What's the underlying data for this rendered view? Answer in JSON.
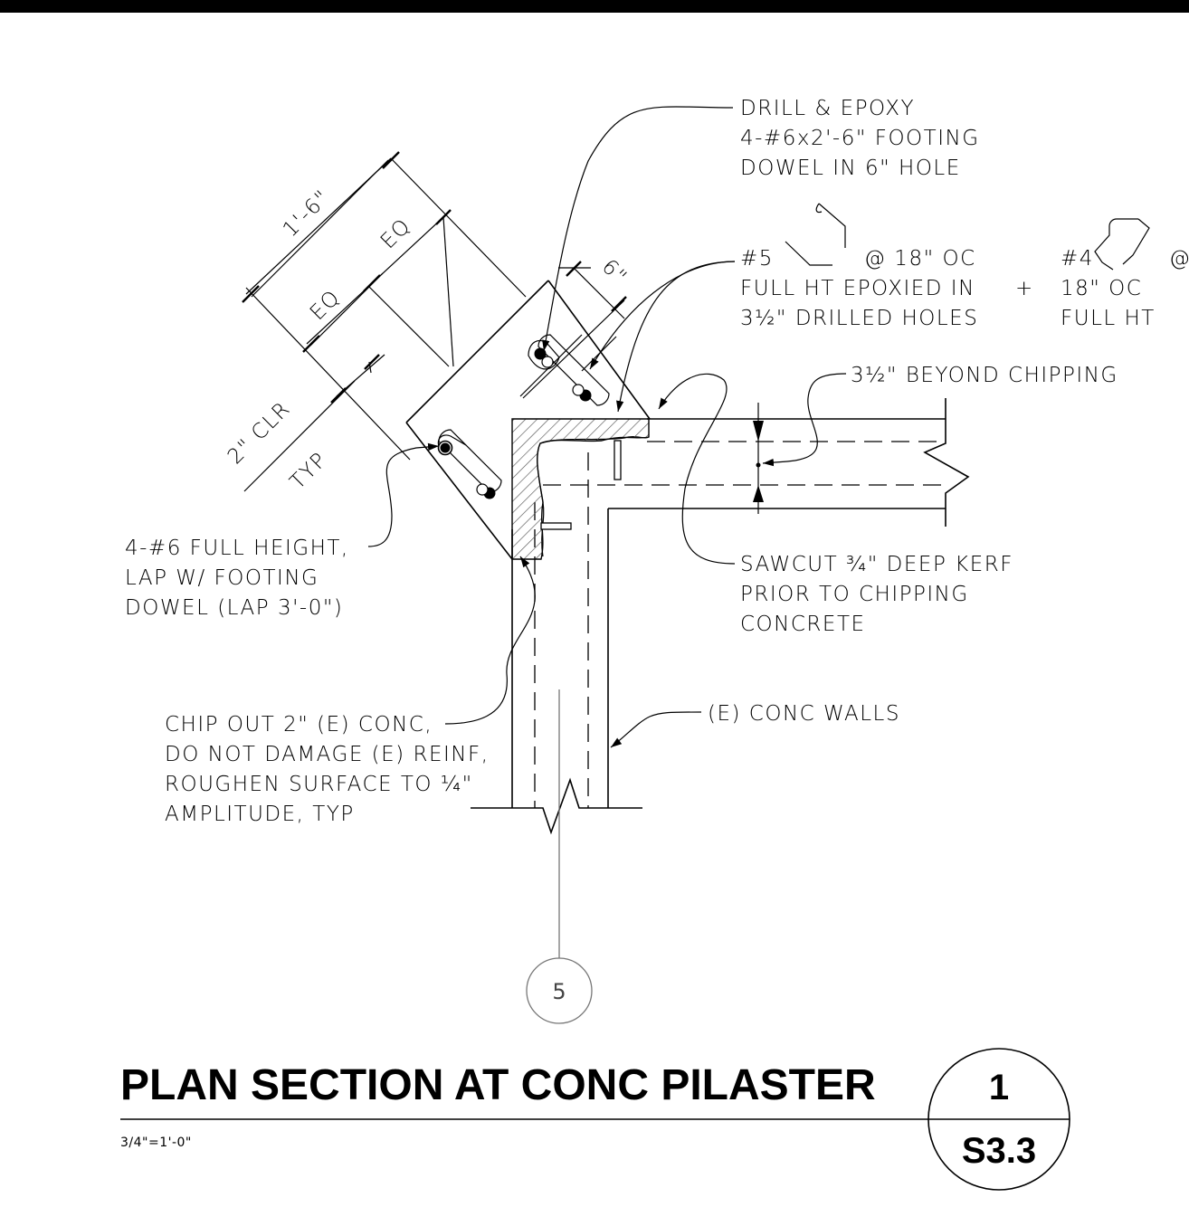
{
  "title": "PLAN SECTION AT CONC PILASTER",
  "scale": "3/4\"=1'-0\"",
  "detail_tag": {
    "number": "1",
    "sheet": "S3.3"
  },
  "grid_bubble": "5",
  "dimensions": {
    "overall": "1'-6\"",
    "eq_upper": "EQ",
    "eq_lower": "EQ",
    "offset": "6\"",
    "clear_1": "2\" CLR",
    "clear_2": "TYP"
  },
  "notes": {
    "dowel": [
      "DRILL & EPOXY",
      "4-#6x2'-6\" FOOTING",
      "DOWEL IN 6\" HOLE"
    ],
    "tie5": [
      "#5",
      "@ 18\" OC",
      "FULL HT EPOXIED IN",
      "3½\" DRILLED HOLES"
    ],
    "plus": "+",
    "tie4": [
      "#4",
      "@",
      "18\" OC",
      "FULL HT"
    ],
    "beyond": "3½\" BEYOND CHIPPING",
    "bars": [
      "4-#6 FULL HEIGHT,",
      "LAP W/ FOOTING",
      "DOWEL (LAP 3'-0\")"
    ],
    "sawcut": [
      "SAWCUT ¾\" DEEP KERF",
      "PRIOR TO CHIPPING",
      "CONCRETE"
    ],
    "chip": [
      "CHIP OUT 2\" (E) CONC,",
      "DO NOT DAMAGE (E) REINF,",
      "ROUGHEN SURFACE TO ¼\"",
      "AMPLITUDE, TYP"
    ],
    "walls": "(E) CONC WALLS"
  }
}
